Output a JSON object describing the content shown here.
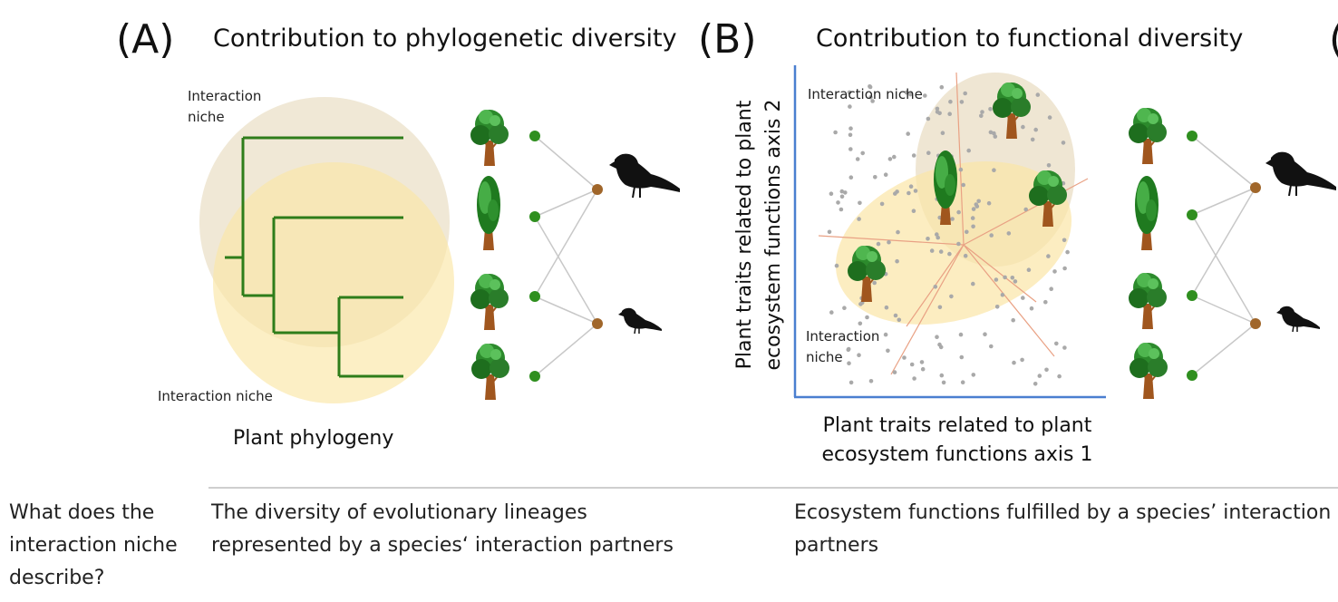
{
  "panel_a": {
    "label": "(A)",
    "title": "Contribution to phylogenetic diversity",
    "niche_top": "Interaction\nniche",
    "niche_bottom": "Interaction niche",
    "phylogeny_label": "Plant phylogeny"
  },
  "panel_b": {
    "label": "(B)",
    "title": "Contribution to functional diversity",
    "niche_top": "Interaction niche",
    "niche_bottom": "Interaction\nniche",
    "y_axis": "Plant traits related to plant\necosystem functions axis 2",
    "x_axis": "Plant traits related to plant\necosystem functions axis 1"
  },
  "panel_c": {
    "label": "("
  },
  "table": {
    "question": "What does the\ninteraction niche\ndescribe?",
    "answer_a": "The diversity of evolutionary lineages\nrepresented by a species‘ interaction partners",
    "answer_b": "Ecosystem functions fulfilled by a species’ interaction\npartners"
  },
  "colors": {
    "branch": "#2e7d1a",
    "niche_beige": "#e8dcc0",
    "niche_yellow": "#fbe6a6",
    "axis": "#4a7fd0",
    "plant_node": "#2f8f1f",
    "bird_node": "#a0662a",
    "arrow": "#e9a184",
    "dot": "#a9a9a9"
  }
}
